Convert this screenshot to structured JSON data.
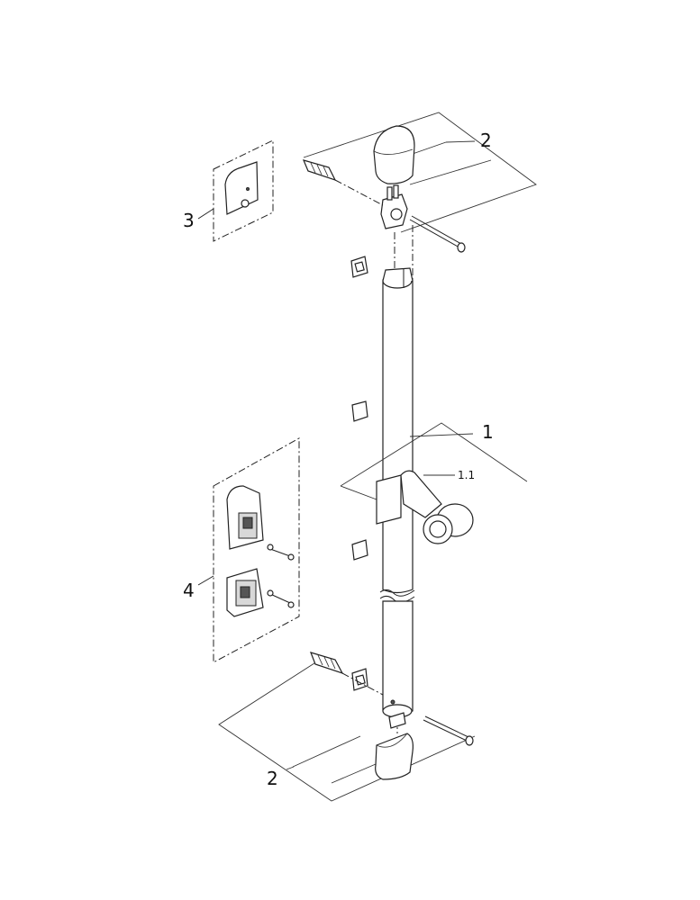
{
  "callouts": {
    "c1": "1",
    "c1_1": "1.1",
    "c2_top": "2",
    "c2_bottom": "2",
    "c3": "3",
    "c4": "4"
  }
}
